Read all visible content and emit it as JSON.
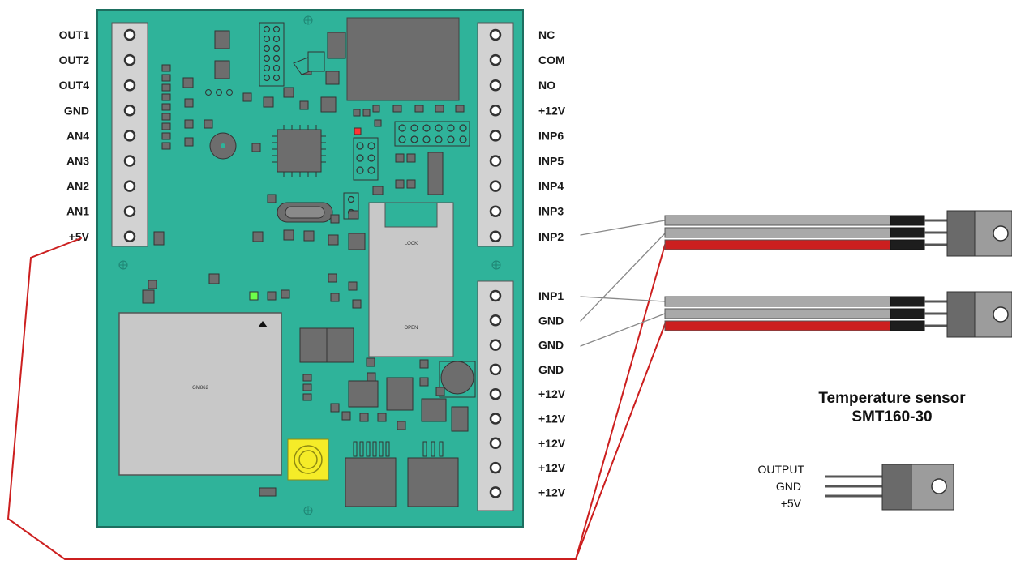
{
  "colors": {
    "pcb": "#2fb39a",
    "pcb_border": "#1d6f60",
    "terminal": "#d2d2d2",
    "wire_red": "#cc1f1f",
    "wire_gray": "#a9a9a9",
    "wire_black": "#1d1d1d",
    "led_green": "#6dff4a",
    "led_red": "#ff3333",
    "button_yellow": "#f5ec28",
    "sensor_body": "#6a6a6a",
    "sensor_tab": "#9c9c9c"
  },
  "left_terminals": [
    "OUT1",
    "OUT2",
    "OUT4",
    "GND",
    "AN4",
    "AN3",
    "AN2",
    "AN1",
    "+5V"
  ],
  "right_terminals_top": [
    "NC",
    "COM",
    "NO",
    "+12V",
    "INP6",
    "INP5",
    "INP4",
    "INP3",
    "INP2"
  ],
  "right_terminals_bottom": [
    "INP1",
    "GND",
    "GND",
    "GND",
    "+12V",
    "+12V",
    "+12V",
    "+12V",
    "+12V"
  ],
  "board": {
    "sim_lock": "LOCK",
    "sim_open": "OPEN"
  },
  "sensor": {
    "title_line1": "Temperature sensor",
    "title_line2": "SMT160-30",
    "pins": [
      "OUTPUT",
      "GND",
      "+5V"
    ]
  }
}
